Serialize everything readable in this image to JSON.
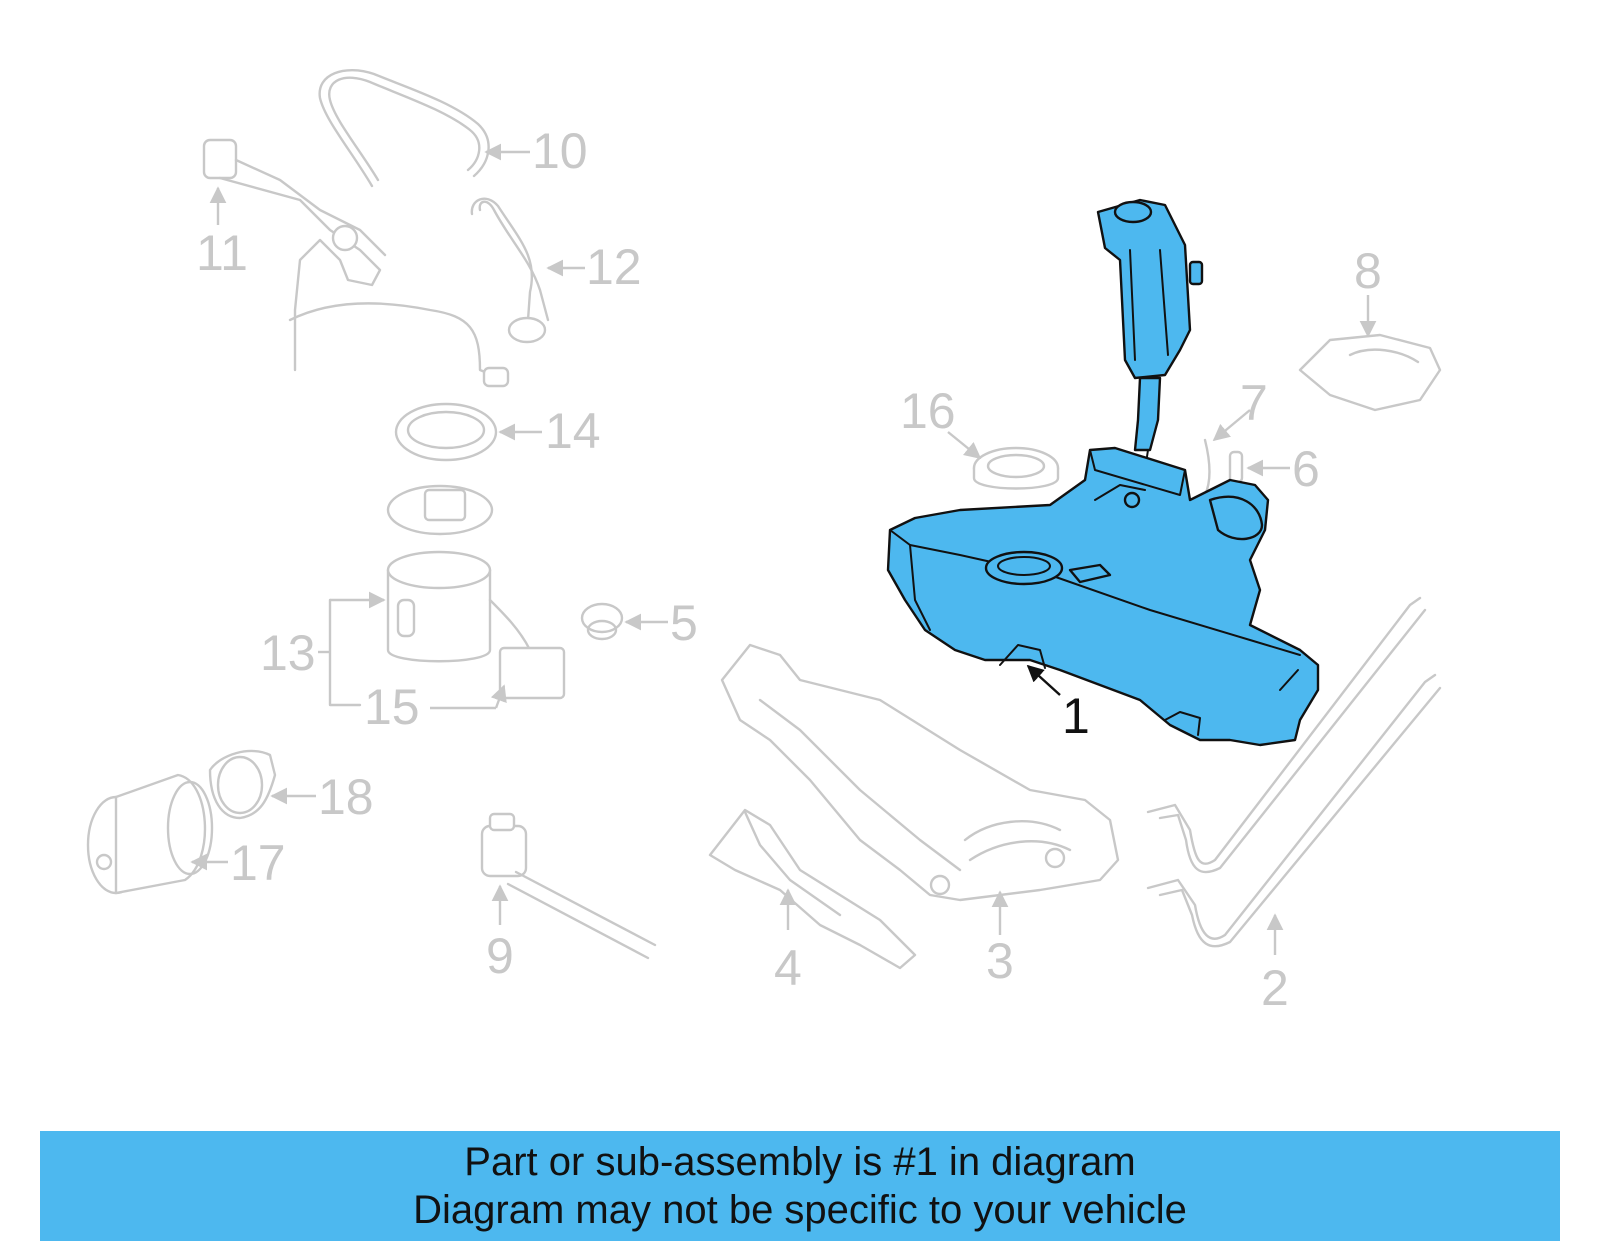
{
  "diagram": {
    "highlighted_part": "1",
    "highlight_color": "#4db8ef",
    "inactive_color": "#c8c8c8",
    "labels": {
      "p1": "1",
      "p2": "2",
      "p3": "3",
      "p4": "4",
      "p5": "5",
      "p6": "6",
      "p7": "7",
      "p8": "8",
      "p9": "9",
      "p10": "10",
      "p11": "11",
      "p12": "12",
      "p13": "13",
      "p14": "14",
      "p15": "15",
      "p16": "16",
      "p17": "17",
      "p18": "18"
    }
  },
  "banner": {
    "line1": "Part or sub-assembly is #1 in diagram",
    "line2": "Diagram may not be specific to your vehicle",
    "background": "#4db8ef"
  }
}
